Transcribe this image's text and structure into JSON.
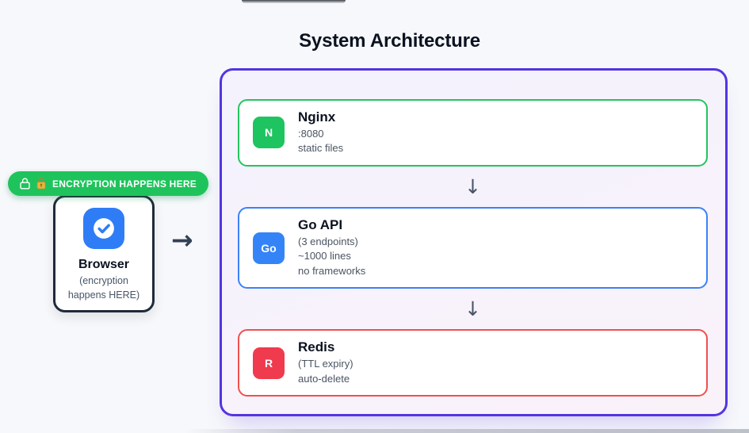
{
  "page": {
    "title": "System Architecture",
    "background": "#f7f8fb"
  },
  "encryption_badge": {
    "label": "ENCRYPTION HAPPENS HERE",
    "icons": [
      "lock-outline-icon",
      "lock-with-key-emoji"
    ],
    "color": "#1fc35c"
  },
  "browser": {
    "title": "Browser",
    "subtitle_line1": "(encryption",
    "subtitle_line2": "happens HERE)",
    "icon": "check-circle-icon",
    "icon_color": "#2f7df6"
  },
  "flow": {
    "right_arrow": "→",
    "down_arrow": "↓"
  },
  "architecture": {
    "border_color": "#5335e0",
    "services": [
      {
        "name": "Nginx",
        "badge": "N",
        "icon_color": "#1ec45f",
        "border_color": "#22c55e",
        "details": [
          ":8080",
          "static files"
        ]
      },
      {
        "name": "Go API",
        "badge": "Go",
        "icon_color": "#3584f7",
        "border_color": "#3b82f6",
        "details": [
          "(3 endpoints)",
          "~1000 lines",
          "no frameworks"
        ]
      },
      {
        "name": "Redis",
        "badge": "R",
        "icon_color": "#f03a4e",
        "border_color": "#f04f4f",
        "details": [
          "(TTL expiry)",
          "auto-delete"
        ]
      }
    ]
  }
}
